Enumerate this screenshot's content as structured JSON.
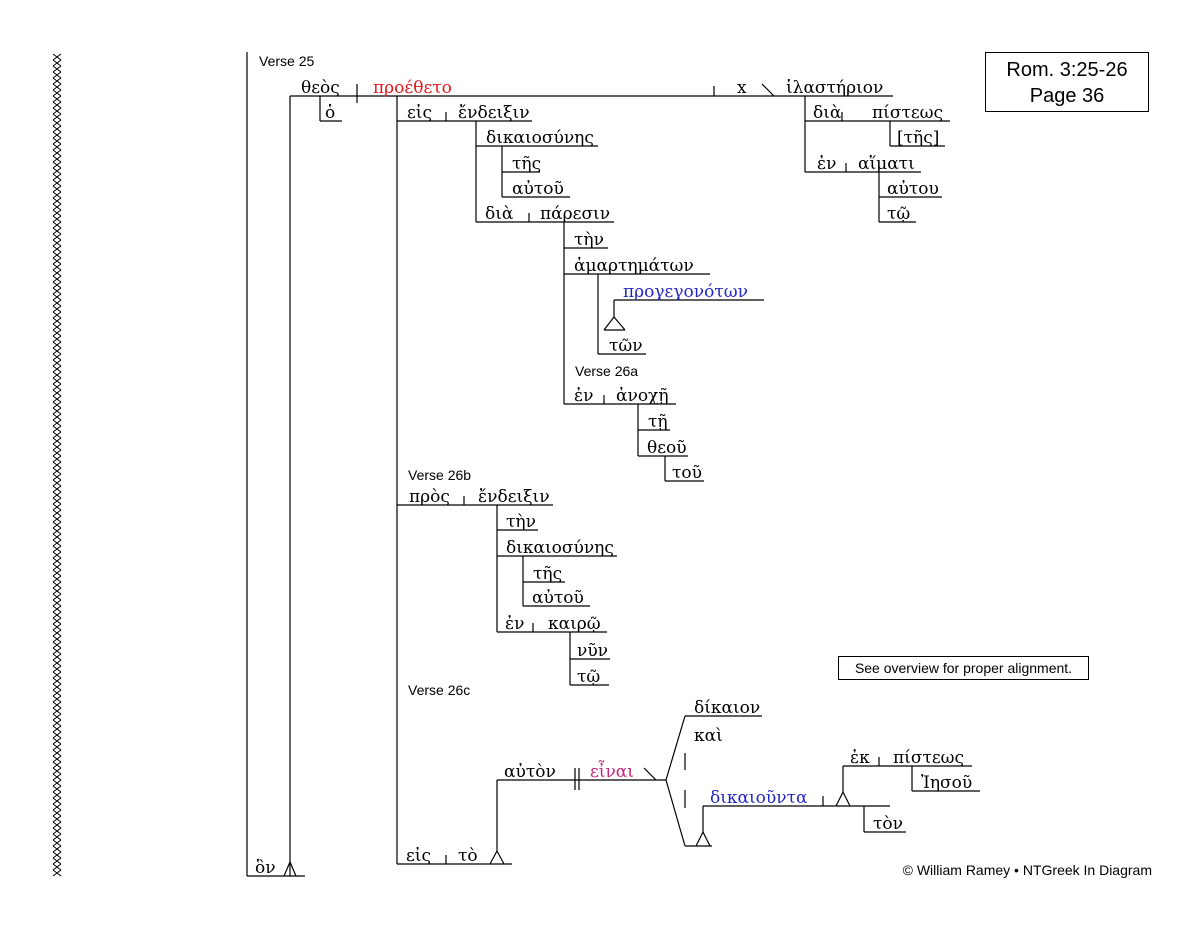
{
  "header": {
    "reference": "Rom. 3:25-26",
    "page": "Page 36"
  },
  "note": "See overview for proper alignment.",
  "copyright": "© William Ramey • NTGreek In Diagram",
  "verse_labels": {
    "v25": "Verse 25",
    "v26a": "Verse 26a",
    "v26b": "Verse 26b",
    "v26c": "Verse 26c"
  },
  "words": {
    "theos": "θεὸς",
    "proetheto": "προέθετο",
    "x": "x",
    "hilasterion": "ἱλαστήριον",
    "ho": "ὁ",
    "eis1": "εἰς",
    "endeixin1": "ἔνδειξιν",
    "dikaiosynes1": "δικαιοσύνης",
    "tes1": "τῆς",
    "autou1": "αὐτοῦ",
    "dia2": "διὰ",
    "paresin": "πάρεσιν",
    "ten1": "τὴν",
    "hamartematon": "ἁμαρτημάτων",
    "progegonoton": "προγεγονότων",
    "ton1": "τῶν",
    "en1": "ἐν",
    "anoche": "ἀνοχῇ",
    "te1": "τῇ",
    "theou": "θεοῦ",
    "tou": "τοῦ",
    "dia1": "διὰ",
    "pisteos1": "πίστεως",
    "tes2": "[τῆς]",
    "en2": "ἐν",
    "haimati": "αἵματι",
    "autou2": "αὐτου",
    "to1": "τῷ",
    "pros": "πρὸς",
    "endeixin2": "ἔνδειξιν",
    "ten2": "τὴν",
    "dikaiosynes2": "δικαιοσύνης",
    "tes3": "τῆς",
    "autou3": "αὐτοῦ",
    "en3": "ἐν",
    "kairo": "καιρῷ",
    "nyn": "νῦν",
    "to2": "τῷ",
    "auton": "αὐτὸν",
    "einai": "εἶναι",
    "dikaion": "δίκαιον",
    "kai": "καὶ",
    "dikaiounta": "δικαιοῦντα",
    "ek": "ἐκ",
    "pisteos2": "πίστεως",
    "iesou": "Ἰησοῦ",
    "ton2": "τὸν",
    "eis2": "εἰς",
    "to3": "τὸ",
    "hon": "ὃν"
  },
  "colors": {
    "verb": "#e8141c",
    "participle": "#2227c9",
    "infinitive": "#c2277a"
  }
}
